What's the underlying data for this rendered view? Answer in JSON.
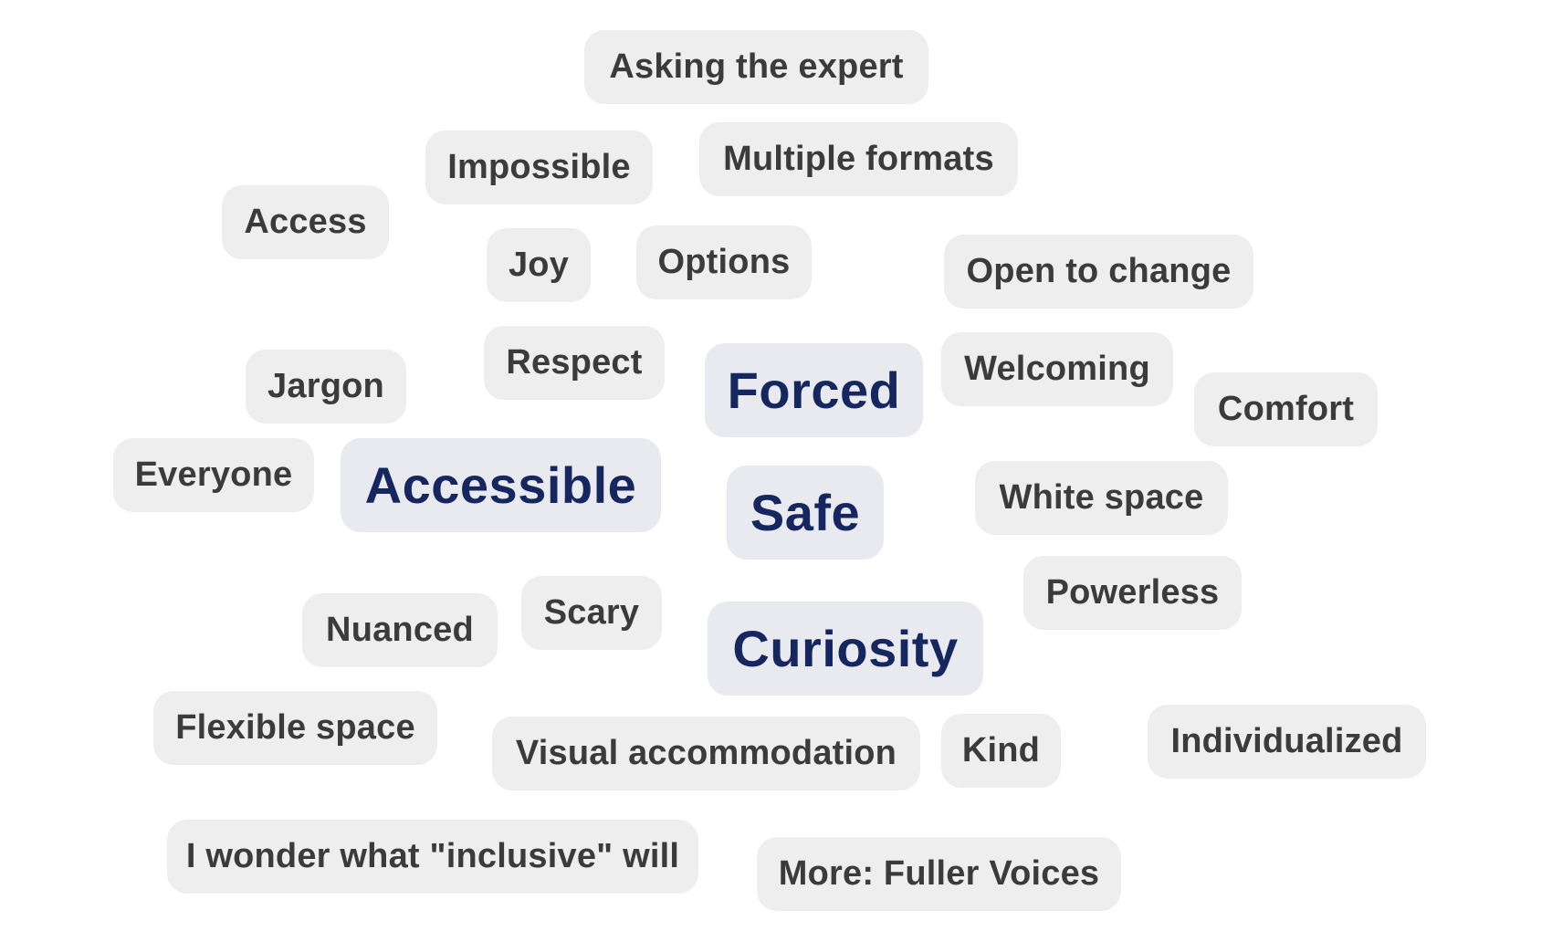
{
  "words": [
    {
      "text": "Asking the expert",
      "emphasis": false
    },
    {
      "text": "Impossible",
      "emphasis": false
    },
    {
      "text": "Multiple formats",
      "emphasis": false
    },
    {
      "text": "Access",
      "emphasis": false
    },
    {
      "text": "Joy",
      "emphasis": false
    },
    {
      "text": "Options",
      "emphasis": false
    },
    {
      "text": "Open to change",
      "emphasis": false
    },
    {
      "text": "Respect",
      "emphasis": false
    },
    {
      "text": "Jargon",
      "emphasis": false
    },
    {
      "text": "Forced",
      "emphasis": true
    },
    {
      "text": "Welcoming",
      "emphasis": false
    },
    {
      "text": "Comfort",
      "emphasis": false
    },
    {
      "text": "Everyone",
      "emphasis": false
    },
    {
      "text": "Accessible",
      "emphasis": true
    },
    {
      "text": "Safe",
      "emphasis": true
    },
    {
      "text": "White space",
      "emphasis": false
    },
    {
      "text": "Powerless",
      "emphasis": false
    },
    {
      "text": "Scary",
      "emphasis": false
    },
    {
      "text": "Nuanced",
      "emphasis": false
    },
    {
      "text": "Curiosity",
      "emphasis": true
    },
    {
      "text": "Flexible space",
      "emphasis": false
    },
    {
      "text": "Visual accommodation",
      "emphasis": false
    },
    {
      "text": "Kind",
      "emphasis": false
    },
    {
      "text": "Individualized",
      "emphasis": false
    },
    {
      "text": "I wonder what \"inclusive\" will",
      "emphasis": false
    },
    {
      "text": "More: Fuller Voices",
      "emphasis": false
    }
  ],
  "colors": {
    "chip_background": "#eeeeee",
    "chip_text": "#3b3b3b",
    "emphasis_background": "#e9e9f0",
    "emphasis_text": "#15275e",
    "page_background": "#ffffff"
  }
}
